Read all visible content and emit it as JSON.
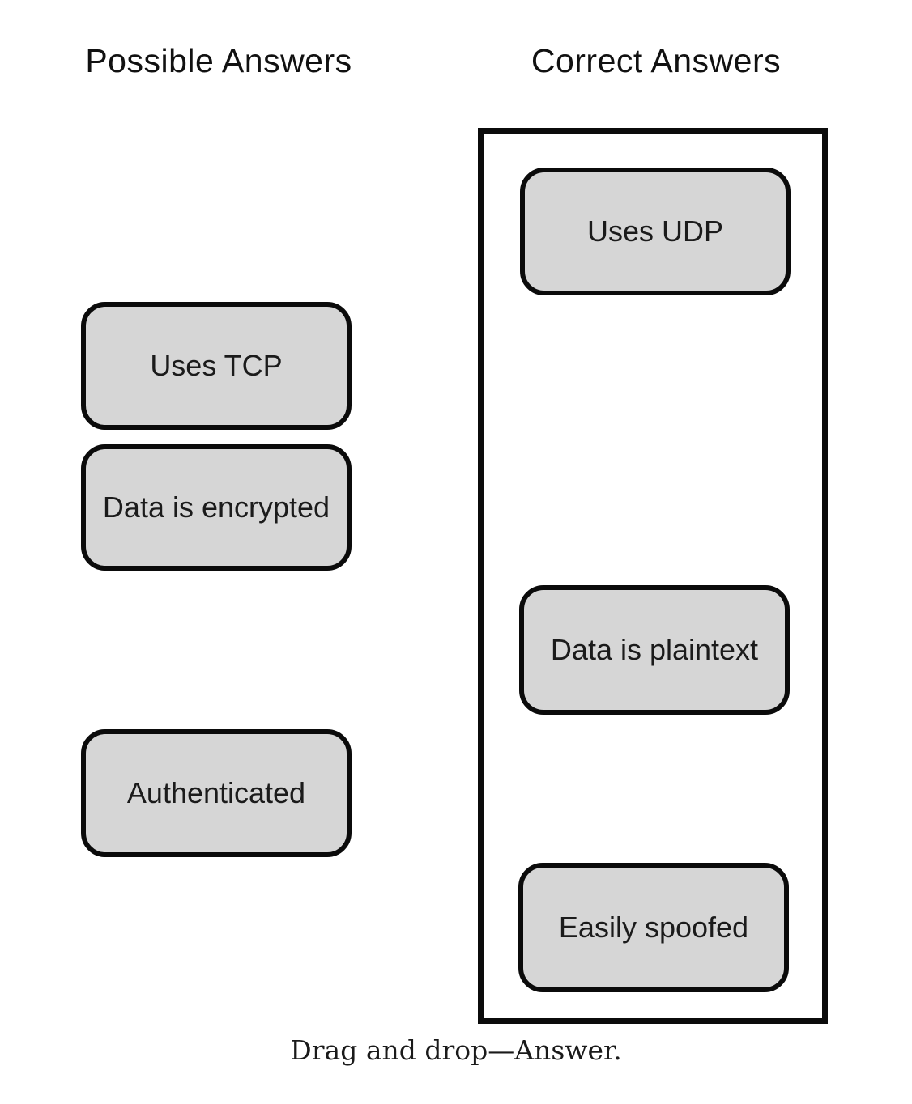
{
  "page": {
    "caption": "Drag and drop—Answer.",
    "background_color": "#ffffff"
  },
  "columns": {
    "possible": {
      "header": "Possible Answers"
    },
    "correct": {
      "header": "Correct Answers"
    }
  },
  "possible_answers": [
    {
      "label": "Uses TCP"
    },
    {
      "label": "Data is encrypted"
    },
    {
      "label": "Authenticated"
    }
  ],
  "correct_answers": [
    {
      "label": "Uses UDP"
    },
    {
      "label": "Data is plaintext"
    },
    {
      "label": "Easily spoofed"
    }
  ],
  "colors": {
    "tile_fill": "#d6d6d6",
    "tile_border": "#0b0b0b",
    "drop_zone_border": "#0b0b0b",
    "text": "#1b1b1b"
  }
}
